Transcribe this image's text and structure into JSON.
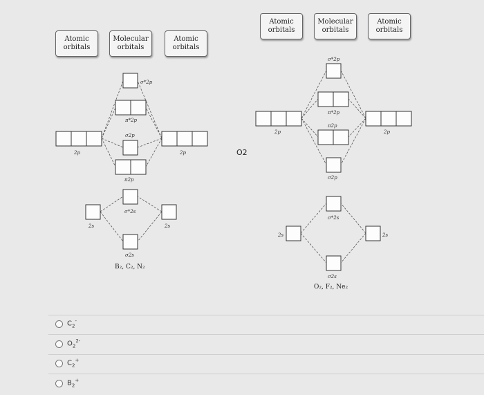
{
  "left_headers": [
    "Atomic\norbitals",
    "Molecular\norbitals",
    "Atomic\norbitals"
  ],
  "right_headers": [
    "Atomic\norbitals",
    "Molecular\norbitals",
    "Atomic\norbitals"
  ],
  "left_diagram": {
    "labels": {
      "sigma_star_2p": "σ*2p",
      "pi_star_2p": "π*2p",
      "sigma_2p": "σ2p",
      "pi_2p": "π2p",
      "sigma_star_2s": "σ*2s",
      "sigma_2s": "σ2s",
      "ao_2p_left": "2p",
      "ao_2p_right": "2p",
      "ao_2s_left": "2s",
      "ao_2s_right": "2s"
    },
    "caption": "B₂, C₂, N₂"
  },
  "middle_label": "O2",
  "right_diagram": {
    "labels": {
      "sigma_star_2p": "σ*2p",
      "pi_star_2p": "π*2p",
      "pi_2p": "π2p",
      "sigma_2p": "σ2p",
      "sigma_star_2s": "σ*2s",
      "sigma_2s": "σ2s",
      "ao_2p_left": "2p",
      "ao_2p_right": "2p",
      "ao_2s_left": "2s",
      "ao_2s_right": "2s"
    },
    "caption": "O₂, F₂, Ne₂"
  },
  "options": [
    {
      "base": "C",
      "sub": "2",
      "sup": "-"
    },
    {
      "base": "O",
      "sub": "2",
      "sup": "2-"
    },
    {
      "base": "C",
      "sub": "2",
      "sup": "+"
    },
    {
      "base": "B",
      "sub": "2",
      "sup": "+"
    }
  ]
}
